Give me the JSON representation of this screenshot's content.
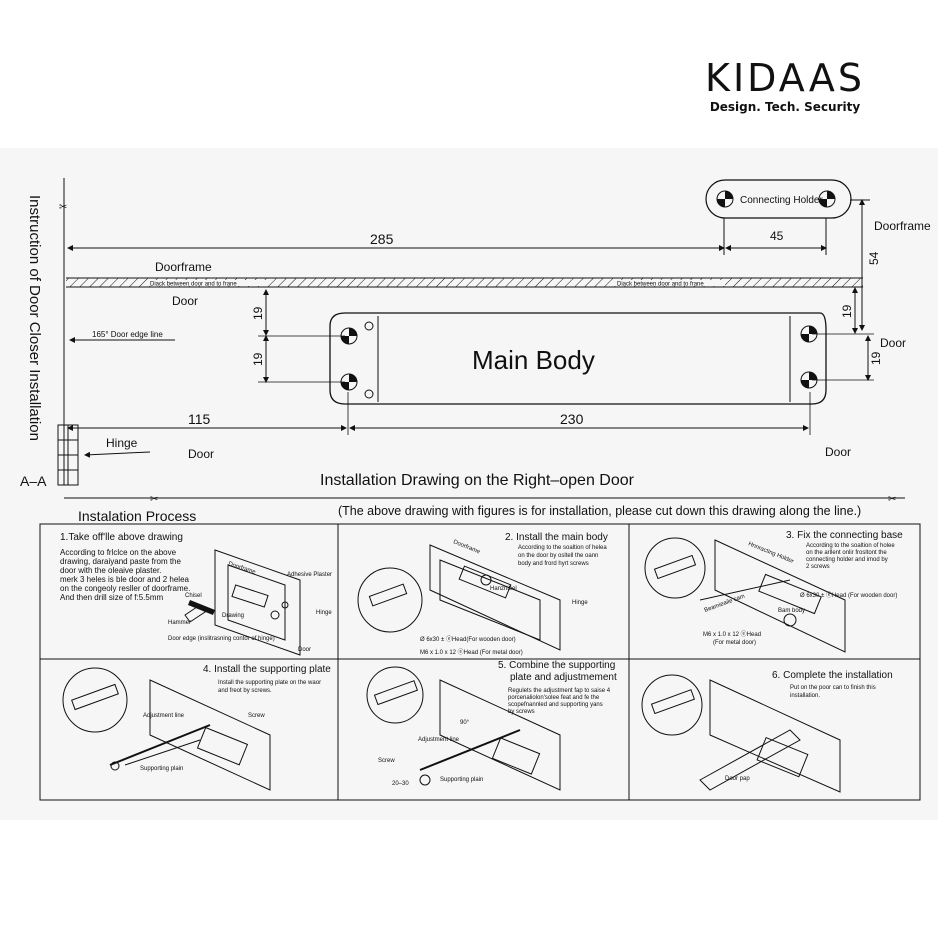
{
  "brand": {
    "name": "KIDAAS",
    "tagline": "Design. Tech. Security"
  },
  "sheet": {
    "vertical_title": "Instruction of Door Closer Installation",
    "top": {
      "connecting_holder": "Connecting Holder",
      "doorframe_right": "Doorframe",
      "dim_285": "285",
      "dim_45": "45",
      "dim_54": "54",
      "doorframe_label": "Doorframe",
      "gap_note_left": "Diack between door and to frane",
      "gap_note_right": "Diack between door and to frane",
      "door_top_left": "Door",
      "door_edge_line": "165° Door edge line",
      "dim_19_left_top": "19",
      "dim_19_left_bottom": "19",
      "main_body": "Main Body",
      "dim_19_right_top": "19",
      "dim_19_right_bottom": "19",
      "door_right": "Door",
      "dim_115": "115",
      "dim_230": "230",
      "hinge": "Hinge",
      "door_bottom_left": "Door",
      "door_bottom_right": "Door",
      "section": "A–A",
      "install_title": "Installation Drawing on the Right–open Door",
      "cut_note": "(The above drawing with figures is for installation, please cut down this drawing along the line.)",
      "process_title": "Instalation Process"
    },
    "steps": [
      {
        "title": "1.Take off'lle above drawing",
        "desc": [
          "According to frlclce on the above",
          "drawing, daraiyand paste from the",
          "door with the oleaive plaster.",
          "merk 3 heles is ble door and 2 helea",
          "on the congeoly resller of doorframe.",
          "And then drill size of f:5.5mm"
        ],
        "labels": [
          "Doorframe",
          "Adhesive Plaster",
          "Chisel",
          "Drawing",
          "Hinge",
          "Hammer",
          "Door edge (inslitrasning contor of hinge)",
          "Door"
        ]
      },
      {
        "title": "2.  Install the main body",
        "desc": [
          "According to the soaltion of helea",
          "on the door by osltell the oann",
          "body and frord hyrt screws"
        ],
        "labels": [
          "Doorframe",
          "Hanznibel",
          "Hinge",
          "Ø 6x30 ± ⓔHead(For wooden door)",
          "M6 x 1.0 x 12 ⓔHead (For metal door)"
        ]
      },
      {
        "title": "3. Fix the connecting base",
        "desc": [
          "According to the soaltion of holee",
          "on the arllent onlir frosltont the",
          "connecting holder and imod by",
          "2 screws"
        ],
        "labels": [
          "Hnnracting Holder",
          "Ø 6x30 ± ⓔHead (For wooden door)",
          "Beamieaile cam",
          "Bam body",
          "M6 x 1.0 x 12 ⓔHead",
          "(For metal door)"
        ]
      },
      {
        "title": "4.  Install the supporting plate",
        "desc": [
          "Install the supporting plate on the waor",
          "and freot by screws."
        ],
        "labels": [
          "Adjustment line",
          "Screw",
          "Supporting plain"
        ]
      },
      {
        "title": "5.  Combine the supporting",
        "title2": "plate and adjustmement",
        "desc": [
          "Regulets the adjustment fap to saise 4",
          "porcenaliolon'solee feat and fe the",
          "scopefnannled and supporting yans",
          "by screws"
        ],
        "labels": [
          "90°",
          "Adjustment line",
          "Screw",
          "20–30",
          "Supporting plain"
        ]
      },
      {
        "title": "6.  Complete the installation",
        "desc": [
          "Put on the poor can to finish this",
          "installation."
        ],
        "labels": [
          "Door pap"
        ]
      }
    ]
  },
  "colors": {
    "ink": "#111111",
    "sheet": "#f6f6f6",
    "background": "#ffffff"
  }
}
